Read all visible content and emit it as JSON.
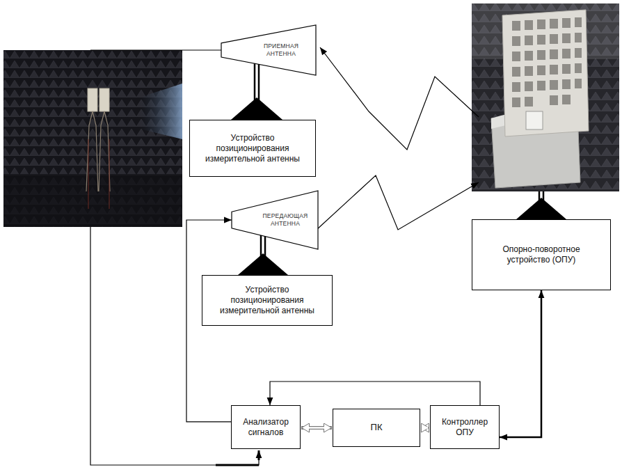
{
  "diagram": {
    "nodes": [
      {
        "text": [
          "ПРИЕМНАЯ АНТЕННА"
        ]
      },
      {
        "text": [
          "Устройство позиционирования измерительной антенны"
        ]
      },
      {
        "text": [
          "ПЕРЕДАЮЩАЯ АНТЕННА"
        ]
      },
      {
        "text": [
          "Опорно-поворотное устройство (ОПУ)"
        ]
      },
      {
        "text": [
          "Устройство позиционирования измерительной антенны"
        ]
      },
      {
        "text": [
          "Анализатор сигналов"
        ]
      },
      {
        "text": [
          "ПК"
        ]
      },
      {
        "text": [
          "Контроллер ОПУ"
        ]
      }
    ],
    "edges": [
      {
        "from": 0,
        "to": 1,
        "arrow": "none"
      },
      {
        "from": 2,
        "to": 4,
        "arrow": "none"
      },
      {
        "from": 5,
        "to": 2,
        "arrow": "to"
      },
      {
        "from": 7,
        "to": 5,
        "arrow": "to"
      },
      {
        "from": 5,
        "to": 6,
        "arrow": "both"
      },
      {
        "from": 6,
        "to": 7,
        "arrow": "both"
      },
      {
        "from": 7,
        "to": 3,
        "arrow": "both"
      }
    ]
  }
}
